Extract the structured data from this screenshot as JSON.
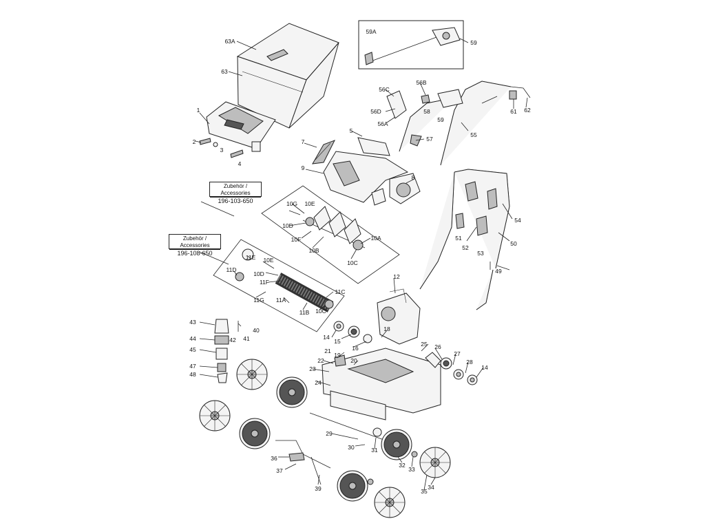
{
  "accessories": [
    {
      "title": "Zubehör / Accessories",
      "number": "196-103-650"
    },
    {
      "title": "Zubehör / Accessories",
      "number": "196-108-650"
    }
  ],
  "part_labels": {
    "1": "1",
    "2": "2",
    "3": "3",
    "4": "4",
    "5": "5",
    "7": "7",
    "8": "8",
    "9": "9",
    "10A": "10A",
    "10B": "10B",
    "10C": "10C",
    "10D": "10D",
    "10E": "10E",
    "10F": "10F",
    "10G": "10G",
    "11A": "11A",
    "11B": "11B",
    "11C": "11C",
    "11D": "11D",
    "11E": "11E",
    "11F": "11F",
    "11G": "11G",
    "10C_b": "10C",
    "10D_b": "10D",
    "10E_b": "10E",
    "12": "12",
    "14": "14",
    "14_b": "14",
    "15": "15",
    "16": "16",
    "18": "18",
    "19": "19",
    "20": "20",
    "21": "21",
    "22": "22",
    "23": "23",
    "24": "24",
    "25": "25",
    "26": "26",
    "27": "27",
    "28": "28",
    "29": "29",
    "30": "30",
    "31": "31",
    "32": "32",
    "33": "33",
    "34": "34",
    "35": "35",
    "36": "36",
    "37": "37",
    "39": "39",
    "40": "40",
    "41": "41",
    "42": "42",
    "43": "43",
    "44": "44",
    "45": "45",
    "47": "47",
    "48": "48",
    "49": "49",
    "50": "50",
    "51": "51",
    "52": "52",
    "53": "53",
    "54": "54",
    "55": "55",
    "56A": "56A",
    "56B": "56B",
    "56C": "56C",
    "56D": "56D",
    "57": "57",
    "58": "58",
    "59": "59",
    "59A": "59A",
    "59_b": "59",
    "61": "61",
    "62": "62",
    "63": "63",
    "63A": "63A"
  }
}
